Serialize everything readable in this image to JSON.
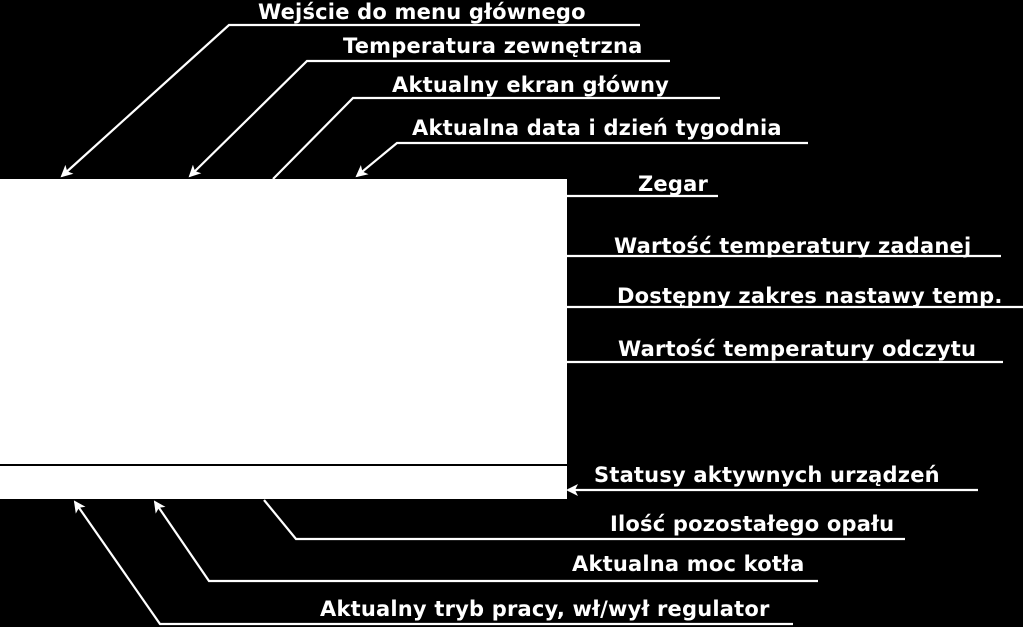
{
  "callouts": {
    "menu_entry": "Wejście do menu głównego",
    "outside_temp": "Temperatura zewnętrzna",
    "current_screen": "Aktualny ekran główny",
    "date_weekday": "Aktualna data i dzień tygodnia",
    "clock": "Zegar",
    "set_temp": "Wartość temperatury zadanej",
    "range": "Dostępny zakres nastawy temp.",
    "read_temp": "Wartość temperatury odczytu",
    "device_status": "Statusy aktywnych urządzeń",
    "fuel_left": "Ilość pozostałego opału",
    "boiler_power": "Aktualna moc kotła",
    "mode": "Aktualny tryb pracy, wł/wył regulator"
  },
  "colors": {
    "background": "#000000",
    "lines": "#ffffff",
    "screen": "#ffffff"
  }
}
